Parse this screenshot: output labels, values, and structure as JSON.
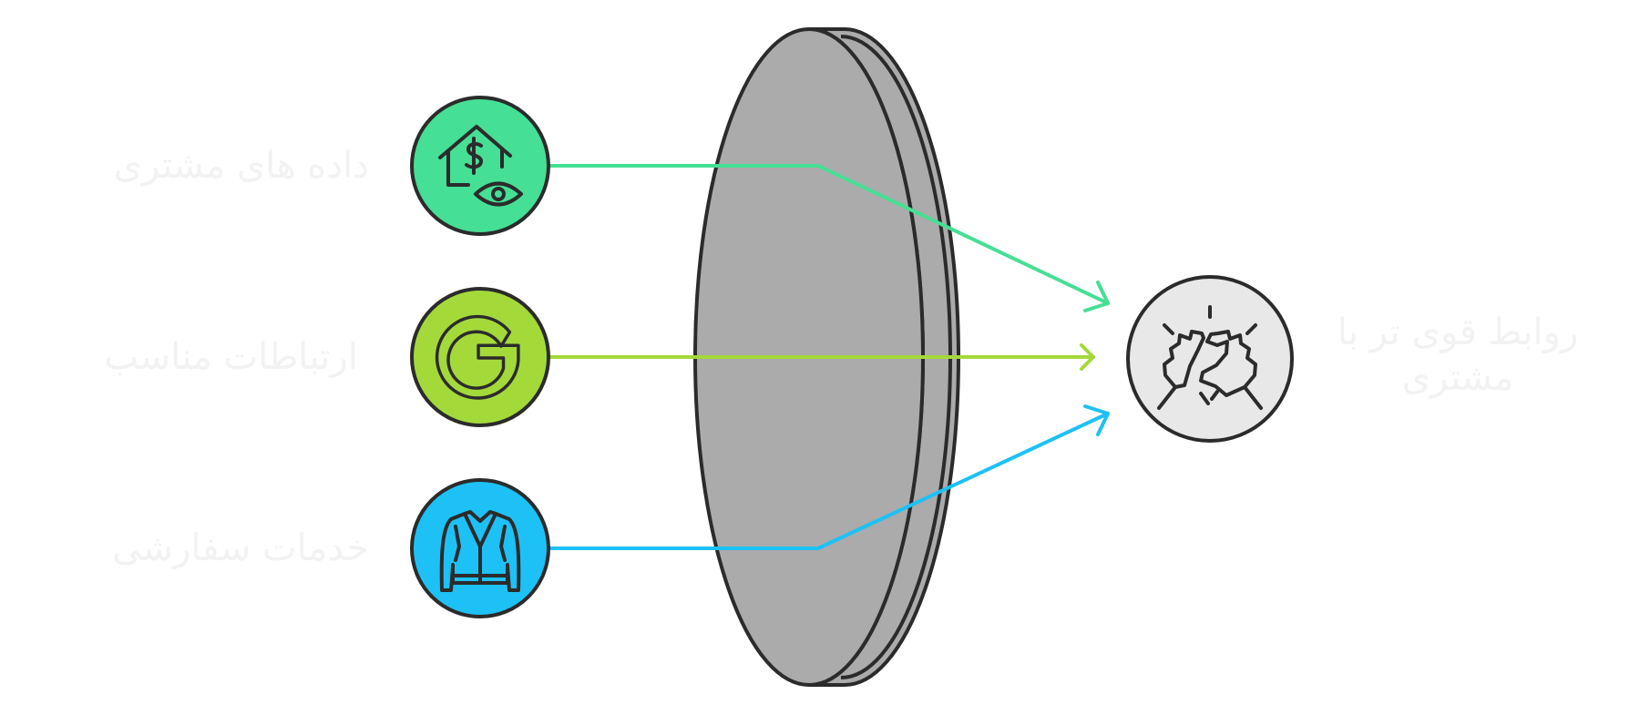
{
  "inputs": [
    {
      "label": "داده های مشتری",
      "color": "#45DF95",
      "icon": "house-dollar-eye-icon"
    },
    {
      "label": "ارتباطات مناسب",
      "color": "#A4D93A",
      "icon": "google-g-icon"
    },
    {
      "label": "خدمات سفارشی",
      "color": "#1DC1F5",
      "icon": "jacket-icon"
    }
  ],
  "lens": {
    "fill": "#ABABAB",
    "stroke": "#2B2B2B"
  },
  "output": {
    "label": "روابط قوی تر با مشتری",
    "color": "#E8E8E8",
    "icon": "handshake-icon"
  }
}
